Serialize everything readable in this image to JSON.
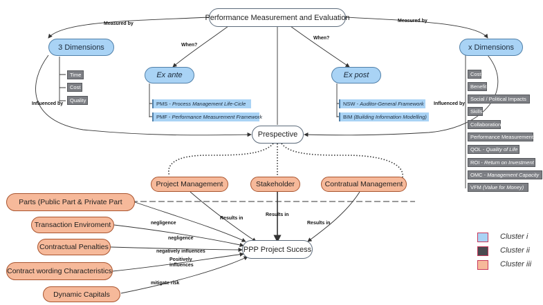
{
  "nodes": {
    "root": "Performance Measurement and Evaluation",
    "three_dimensions": "3 Dimensions",
    "x_dimensions": "x Dimensions",
    "ex_ante": "Ex ante",
    "ex_post": "Ex post",
    "perspective": "Prespective",
    "project_management": "Project Management",
    "stakeholder": "Stakeholder",
    "contractual_management": "Contratual Management",
    "ppp_success": "PPP Project Sucess"
  },
  "three_dim_items": [
    "Time",
    "Cost",
    "Quality"
  ],
  "ex_ante_items": [
    {
      "abbr": "PMS",
      "desc": "Process Management Life-Cicle"
    },
    {
      "abbr": "PMF",
      "desc": "Performance Measurement Framework"
    }
  ],
  "ex_post_items": [
    {
      "abbr": "NSW",
      "desc": "Auditor-General Framework"
    },
    {
      "abbr": "BIM",
      "desc": "(Building Information Modelling)"
    }
  ],
  "x_dim_items": [
    {
      "text": "Cost"
    },
    {
      "text": "Benefit"
    },
    {
      "text": "Social / Political Impacts"
    },
    {
      "text": "Skills"
    },
    {
      "text": "Collaboration"
    },
    {
      "text": "Performance Measurement"
    },
    {
      "abbr": "QOL",
      "desc": "Quality of Life"
    },
    {
      "abbr": "ROI",
      "desc": "Return on Investment"
    },
    {
      "abbr": "OMC",
      "desc": "Management Capacity"
    },
    {
      "abbr": "VFM",
      "desc": "(Value for Money)"
    }
  ],
  "factors": [
    "Parts (Public Part & Private Part",
    "Transaction Enviroment",
    "Contractual Penalties",
    "Contract wording Characteristics",
    "Dynamic Capitals"
  ],
  "edge_labels": {
    "measured_by_left": "Measured by",
    "measured_by_right": "Measured by",
    "when_left": "When?",
    "when_right": "When?",
    "influenced_by_left": "Influenced by",
    "influenced_by_right": "Influenced by",
    "results_in_1": "Results in",
    "results_in_2": "Results in",
    "results_in_3": "Results in",
    "negligence_1": "negligence",
    "negligence_2": "negligence",
    "negatively_influences": "negatively influences",
    "positively_1": "Positively",
    "positively_2": "influences",
    "mitigate_risk": "mitigate risk"
  },
  "legend": [
    {
      "label": "Cluster i",
      "color": "#a9d3f5"
    },
    {
      "label": "Cluster ii",
      "color": "#4a4a50"
    },
    {
      "label": "Cluster iii",
      "color": "#f6b99a"
    }
  ],
  "colors": {
    "blue": "#a9d3f5",
    "grey": "#7d7f84",
    "orange": "#f6b99a",
    "line": "#333333"
  }
}
